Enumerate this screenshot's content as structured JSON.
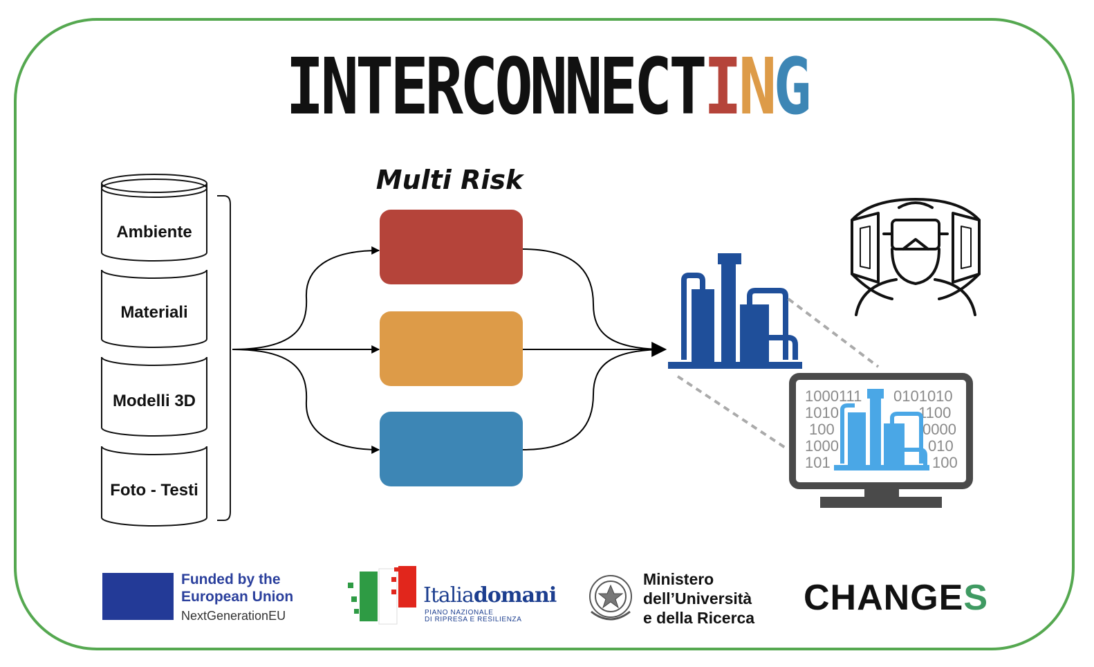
{
  "title": {
    "part1": "INTERCONNECT",
    "letter_i": "I",
    "letter_n": "N",
    "letter_g": "G",
    "colors": {
      "i": "#b5443a",
      "n": "#dd9b48",
      "g": "#3d86b5"
    }
  },
  "frame_color": "#55a850",
  "multi_risk_label": "Multi Risk",
  "data_sources": [
    {
      "label": "Ambiente"
    },
    {
      "label": "Materiali"
    },
    {
      "label": "Modelli 3D"
    },
    {
      "label": "Foto - Testi"
    }
  ],
  "risk_boxes": [
    {
      "color": "#b5443a"
    },
    {
      "color": "#dd9b48"
    },
    {
      "color": "#3d86b5"
    }
  ],
  "icons": [
    "factory-icon",
    "vr-headset-icon",
    "digital-twin-monitor-icon"
  ],
  "monitor_code": {
    "left": [
      "1000111",
      "1010",
      "100",
      "1000",
      "101"
    ],
    "right": [
      "0101010",
      "1100",
      "0000",
      "010",
      "100"
    ]
  },
  "logos": {
    "eu": {
      "line1": "Funded by the",
      "line2": "European Union",
      "line3": "NextGenerationEU"
    },
    "italiadomani": {
      "name_regular": "Italia",
      "name_bold": "domani",
      "sub1": "PIANO NAZIONALE",
      "sub2": "DI RIPRESA E RESILIENZA"
    },
    "mur": {
      "line1": "Ministero",
      "line2": "dell’Università",
      "line3": "e della Ricerca"
    },
    "changes": {
      "text": "CHANGE",
      "last": "S"
    }
  }
}
